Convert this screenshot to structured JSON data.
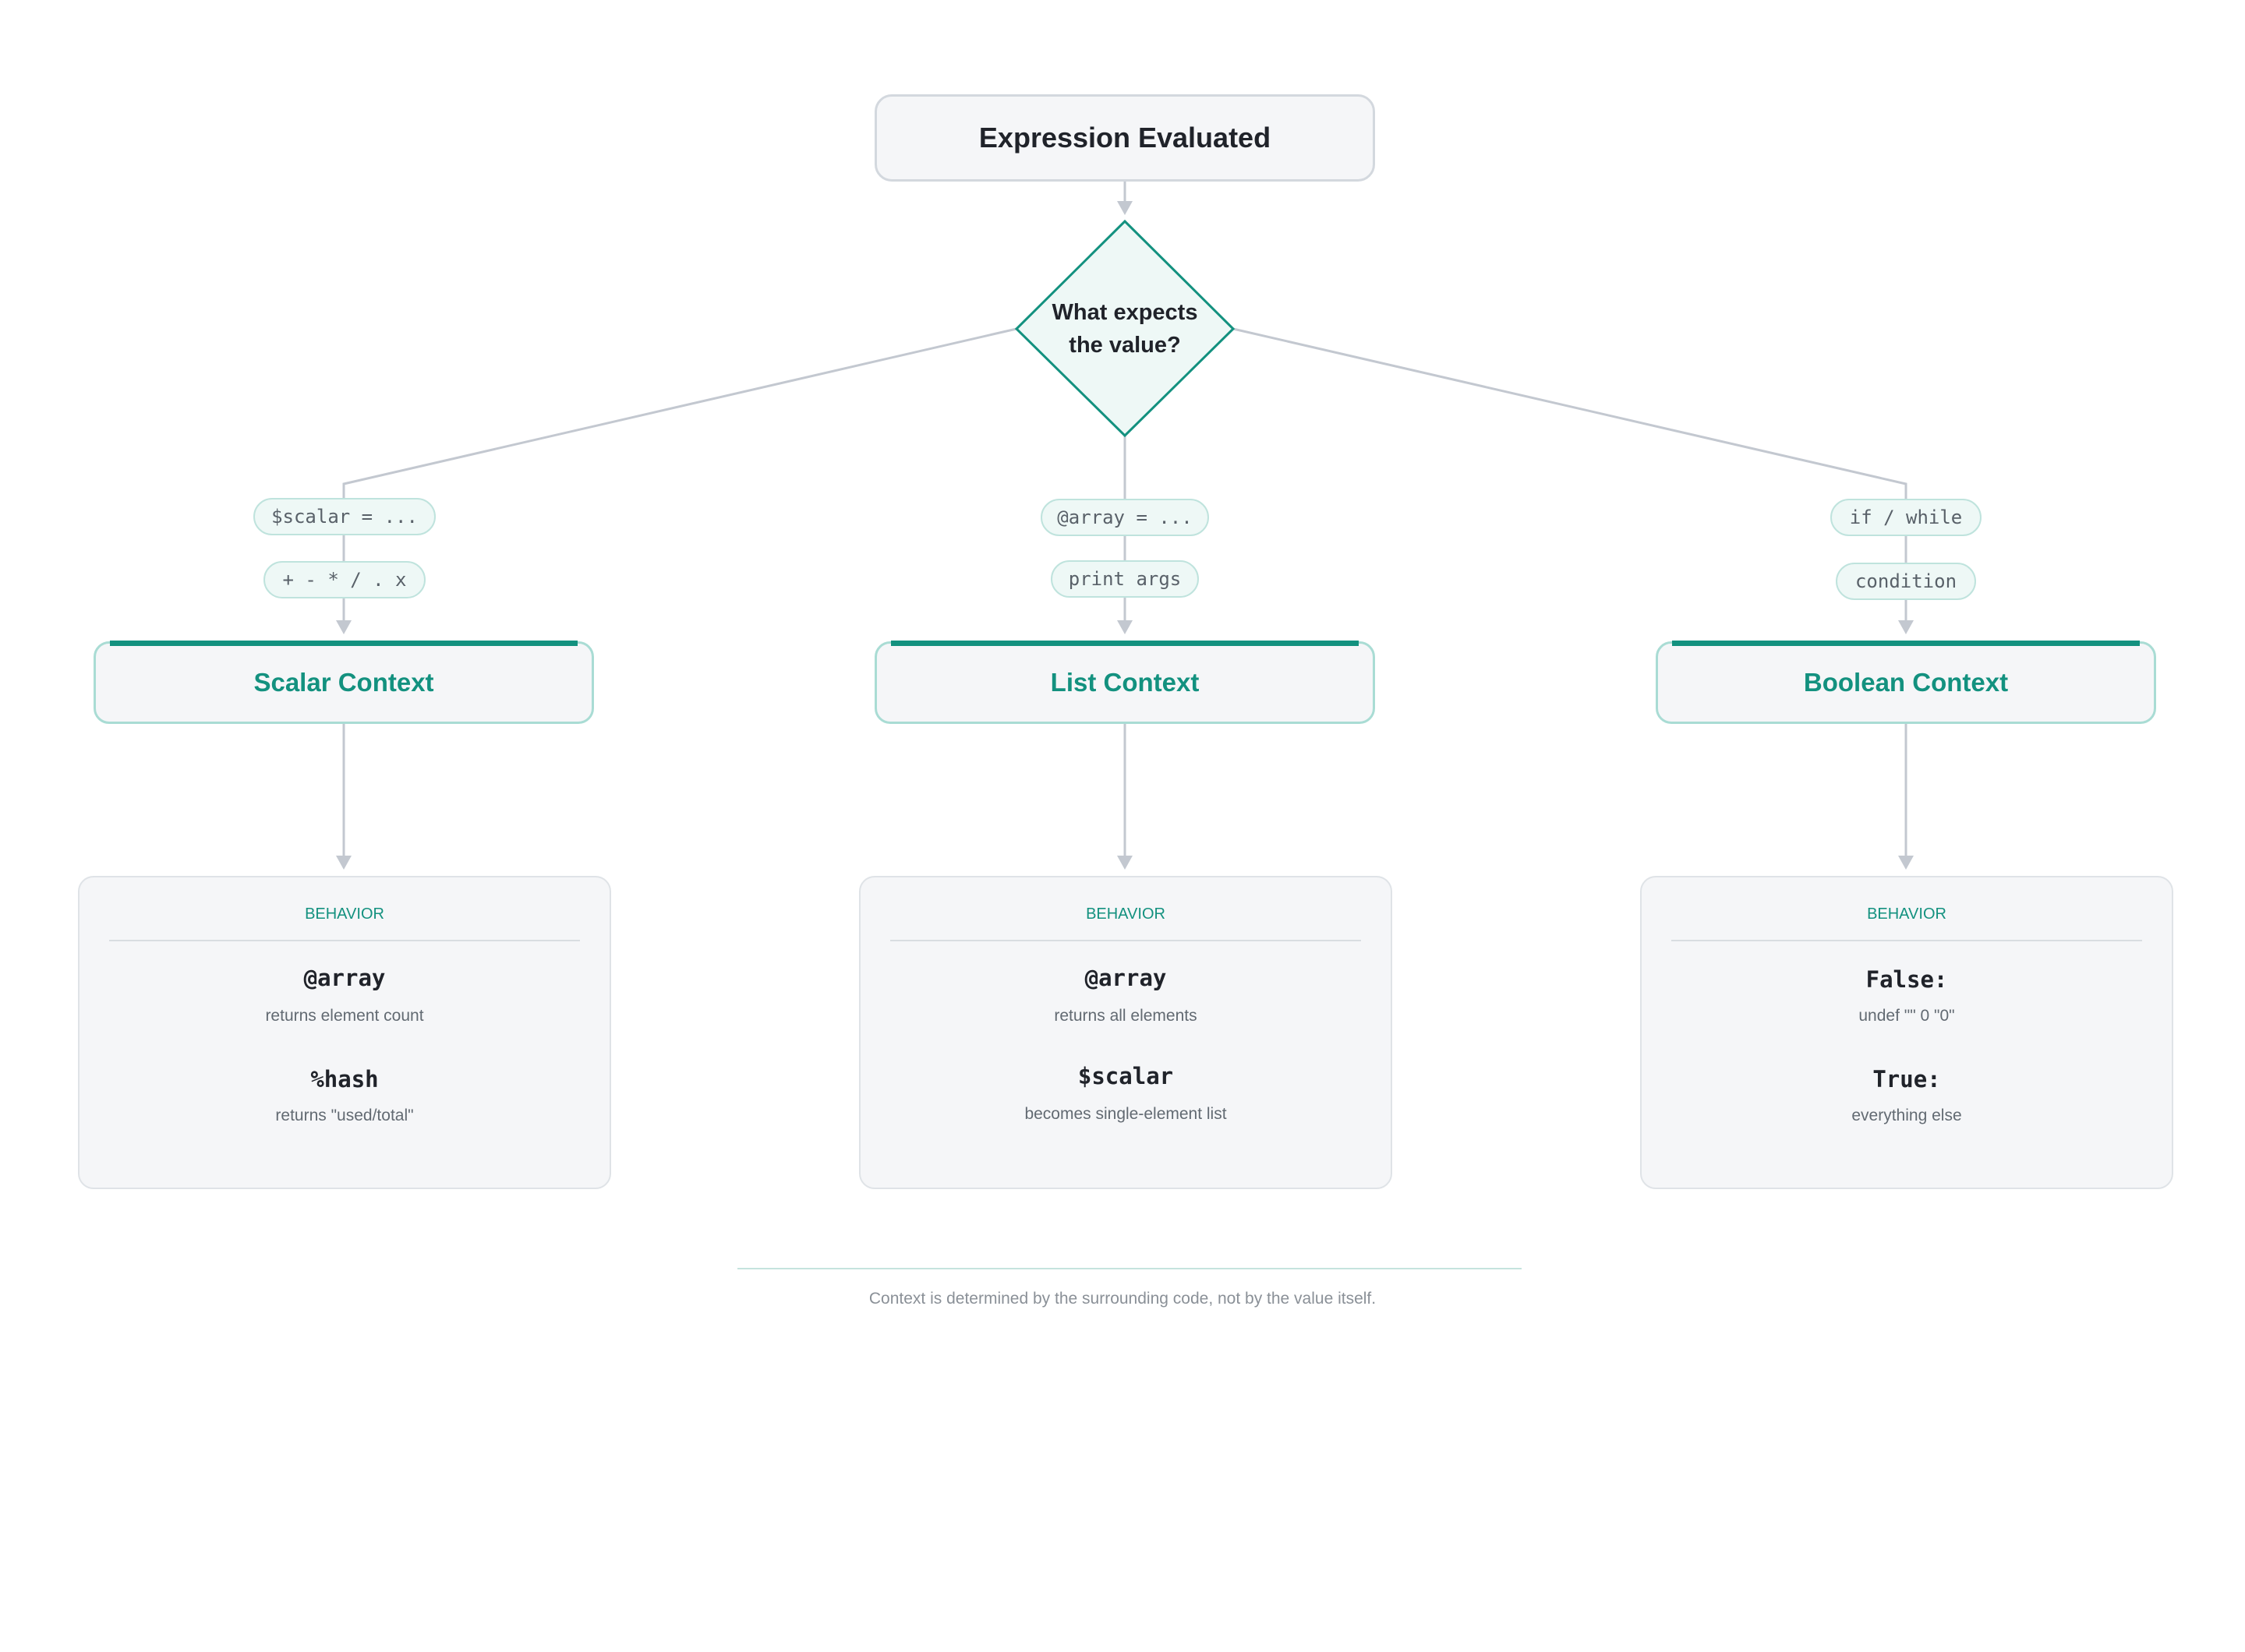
{
  "start": {
    "label": "Expression Evaluated"
  },
  "decision": {
    "line1": "What expects",
    "line2": "the value?"
  },
  "branches": [
    {
      "triggers": [
        "$scalar = ...",
        "+ - * / . x"
      ],
      "context": "Scalar Context",
      "card": {
        "heading": "BEHAVIOR",
        "items": [
          {
            "code": "@array",
            "desc": "returns element count"
          },
          {
            "code": "%hash",
            "desc": "returns \"used/total\""
          }
        ]
      }
    },
    {
      "triggers": [
        "@array = ...",
        "print args"
      ],
      "context": "List Context",
      "card": {
        "heading": "BEHAVIOR",
        "items": [
          {
            "code": "@array",
            "desc": "returns all elements"
          },
          {
            "code": "$scalar",
            "desc": "becomes single-element list"
          }
        ]
      }
    },
    {
      "triggers": [
        "if / while",
        "condition"
      ],
      "context": "Boolean Context",
      "card": {
        "heading": "BEHAVIOR",
        "items": [
          {
            "code": "False:",
            "desc": "undef \"\" 0 \"0\""
          },
          {
            "code": "True:",
            "desc": "everything else"
          }
        ]
      }
    }
  ],
  "footer": "Context is determined by the surrounding code, not by the value itself.",
  "colors": {
    "accent": "#13917f",
    "connector": "#c3c8d0",
    "card_bg": "#f5f6f8"
  }
}
